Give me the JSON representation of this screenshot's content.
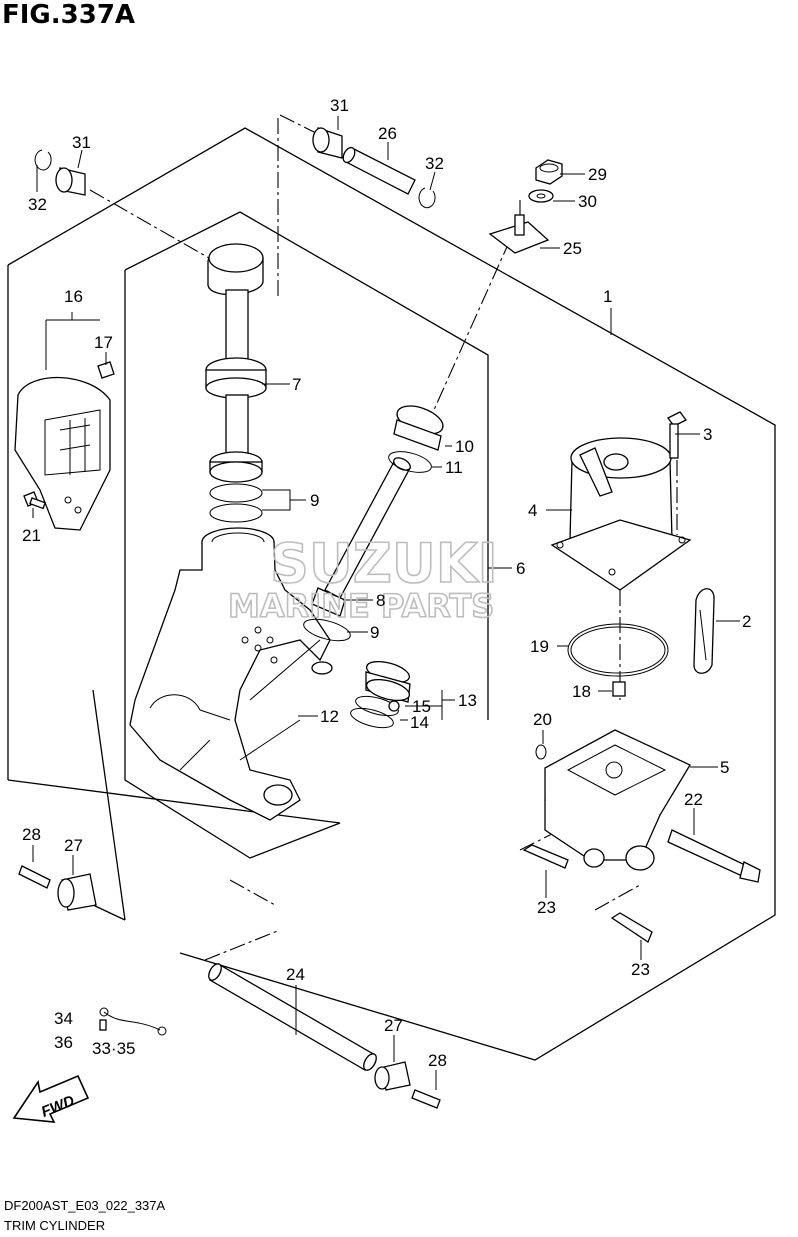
{
  "figure": {
    "title": "FIG.337A",
    "model_code": "DF200AST_E03_022_337A",
    "section_name": "TRIM CYLINDER"
  },
  "watermark": {
    "brand": "SUZUKI",
    "subtitle": "MARINE PARTS"
  },
  "fwd_label": "FWD",
  "callouts": {
    "c1": "1",
    "c2": "2",
    "c3": "3",
    "c4": "4",
    "c5": "5",
    "c6": "6",
    "c7": "7",
    "c8": "8",
    "c9a": "9",
    "c9b": "9",
    "c10": "10",
    "c11": "11",
    "c12": "12",
    "c13": "13",
    "c14": "14",
    "c15": "15",
    "c16": "16",
    "c17": "17",
    "c18": "18",
    "c19": "19",
    "c20": "20",
    "c21": "21",
    "c22": "22",
    "c23a": "23",
    "c23b": "23",
    "c24": "24",
    "c25": "25",
    "c26": "26",
    "c27a": "27",
    "c27b": "27",
    "c28a": "28",
    "c28b": "28",
    "c29": "29",
    "c30": "30",
    "c31a": "31",
    "c31b": "31",
    "c32a": "32",
    "c32b": "32",
    "c33_35": "33·35",
    "c34": "34",
    "c36": "36"
  },
  "colors": {
    "line": "#000000",
    "background": "#ffffff",
    "watermark": "#bdbdbd"
  }
}
